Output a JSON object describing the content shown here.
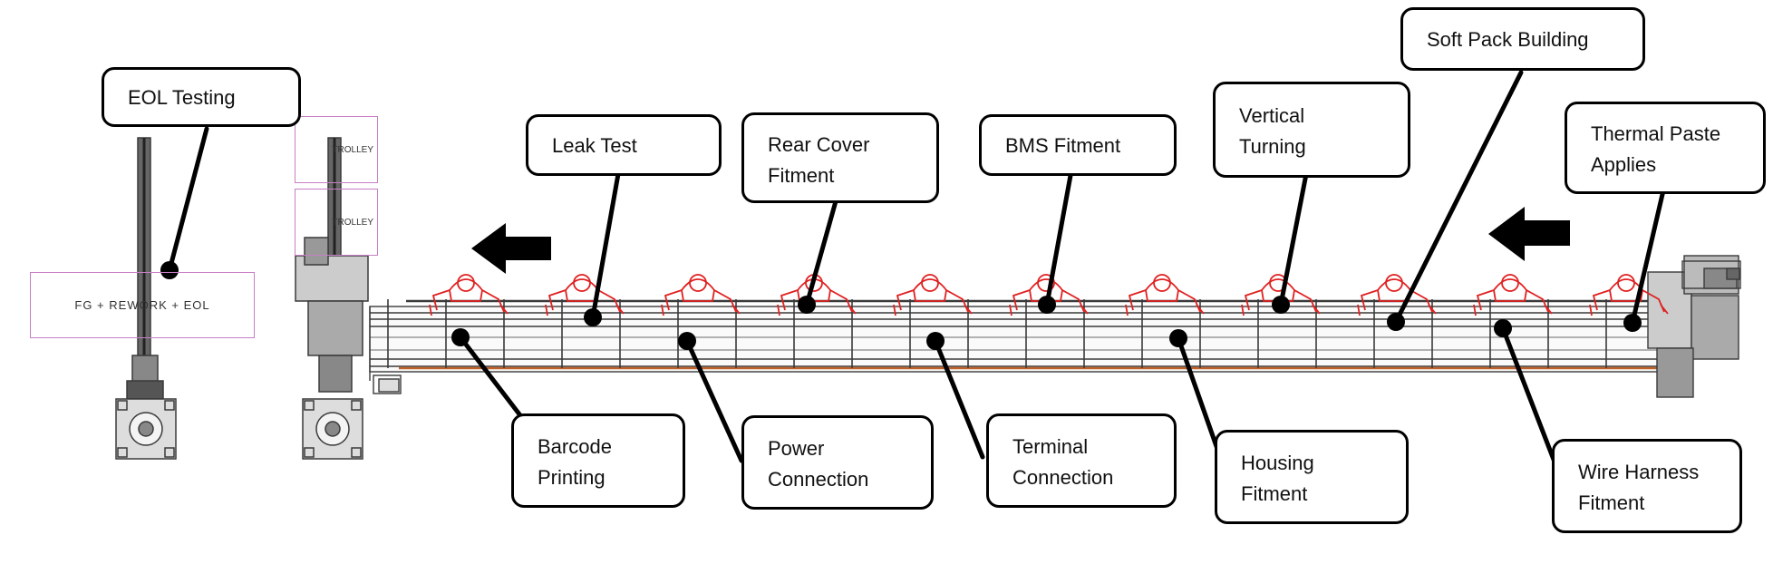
{
  "zones": {
    "fg_area": "FG + REWORK + EOL",
    "trolley_top": "TROLLEY",
    "trolley_bottom": "TROLLEY"
  },
  "callouts": {
    "eol_testing": [
      "EOL Testing"
    ],
    "leak_test": [
      "Leak Test"
    ],
    "rear_cover": [
      "Rear Cover",
      "Fitment"
    ],
    "bms_fitment": [
      "BMS Fitment"
    ],
    "vertical_turning": [
      "Vertical",
      "Turning"
    ],
    "soft_pack": [
      "Soft Pack Building"
    ],
    "thermal_paste": [
      "Thermal Paste",
      "Applies"
    ],
    "barcode": [
      "Barcode",
      "Printing"
    ],
    "power_connection": [
      "Power",
      "Connection"
    ],
    "terminal_connection": [
      "Terminal",
      "Connection"
    ],
    "housing": [
      "Housing",
      "Fitment"
    ],
    "wire_harness": [
      "Wire Harness",
      "Fitment"
    ]
  },
  "colors": {
    "machine_line": "#3a3a3a",
    "operator": "#e02020",
    "zone_border": "#c77fc4",
    "conveyor_rail": "#c0612a",
    "callout_border": "#000000"
  },
  "icons": {
    "flow_arrow": "arrow-left-icon",
    "operator": "operator-icon"
  }
}
